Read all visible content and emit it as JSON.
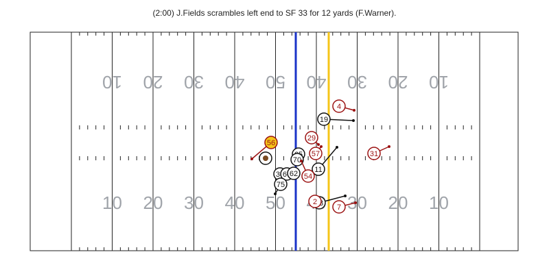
{
  "title": "(2:00) J.Fields scrambles left end to SF 33 for 12 yards (F.Warner).",
  "colors": {
    "scrimmage_line": "#1a33c8",
    "first_down_line": "#f5c518",
    "offense": "#111111",
    "defense": "#9b1111",
    "ball_carrier_fill": "#f5c518",
    "ball": "#7a4a22",
    "field_numbers": "#a0a4aa"
  },
  "field": {
    "yard_numbers_bottom": [
      "10",
      "20",
      "30",
      "40",
      "50",
      "40",
      "30",
      "20",
      "10"
    ],
    "yard_numbers_top": [
      "10",
      "20",
      "30",
      "40",
      "50",
      "40",
      "30",
      "20",
      "10"
    ]
  },
  "players": [
    {
      "label": "4",
      "team": "defense",
      "role": "player"
    },
    {
      "label": "19",
      "team": "offense",
      "role": "player"
    },
    {
      "label": "29",
      "team": "defense",
      "role": "player"
    },
    {
      "label": "56",
      "team": "defense",
      "role": "ball_carrier"
    },
    {
      "label": "57",
      "team": "defense",
      "role": "player"
    },
    {
      "label": "31",
      "team": "defense",
      "role": "player"
    },
    {
      "label": "65",
      "team": "offense",
      "role": "player"
    },
    {
      "label": "70",
      "team": "offense",
      "role": "player"
    },
    {
      "label": "11",
      "team": "offense",
      "role": "player"
    },
    {
      "label": "33",
      "team": "offense",
      "role": "player"
    },
    {
      "label": "66",
      "team": "offense",
      "role": "player"
    },
    {
      "label": "62",
      "team": "offense",
      "role": "player"
    },
    {
      "label": "54",
      "team": "defense",
      "role": "player"
    },
    {
      "label": "75",
      "team": "offense",
      "role": "player"
    },
    {
      "label": "18",
      "team": "offense",
      "role": "player"
    },
    {
      "label": "7",
      "team": "defense",
      "role": "player"
    },
    {
      "label": "2",
      "team": "defense",
      "role": "player"
    }
  ]
}
